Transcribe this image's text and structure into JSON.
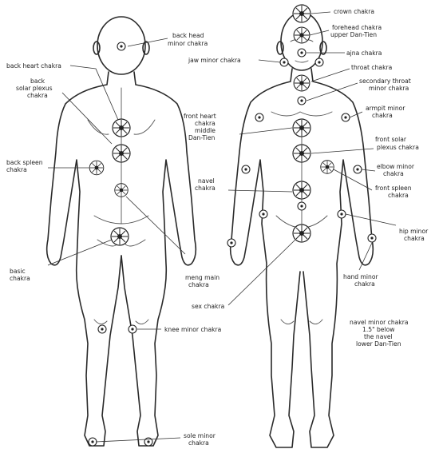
{
  "labels": {
    "crown": "crown chakra",
    "forehead": [
      "forehead chakra",
      "upper Dan-Tien"
    ],
    "ajna": "ajna chakra",
    "throat": "throat chakra",
    "secondary_throat": [
      "secondary throat",
      "minor chakra"
    ],
    "armpit": [
      "armpit minor",
      "chakra"
    ],
    "front_solar_plexus": [
      "front solar",
      "plexus chakra"
    ],
    "elbow": [
      "elbow minor",
      "chakra"
    ],
    "front_spleen": [
      "front spleen",
      "chakra"
    ],
    "hip": [
      "hip minor",
      "chakra"
    ],
    "hand": [
      "hand minor",
      "chakra"
    ],
    "navel_minor": [
      "navel minor chakra",
      "1.5\" below",
      "the navel",
      "lower Dan-Tien"
    ],
    "back_head": [
      "back head",
      "minor chakra"
    ],
    "back_heart": "back heart chakra",
    "back_solar_plexus": [
      "back",
      "solar plexus",
      "chakra"
    ],
    "back_spleen": [
      "back spleen",
      "chakra"
    ],
    "jaw": "jaw minor chakra",
    "front_heart": [
      "front heart",
      "chakra",
      "middle",
      "Dan-Tien"
    ],
    "navel": [
      "navel",
      "chakra"
    ],
    "basic": [
      "basic",
      "chakra"
    ],
    "meng_main": [
      "meng main",
      "chakra"
    ],
    "sex": "sex chakra",
    "knee": "knee minor chakra",
    "sole": [
      "sole minor",
      "chakra"
    ]
  },
  "icons": {
    "major_chakra": "lotus-wheel-icon",
    "minor_chakra": "dot-circle-icon"
  }
}
